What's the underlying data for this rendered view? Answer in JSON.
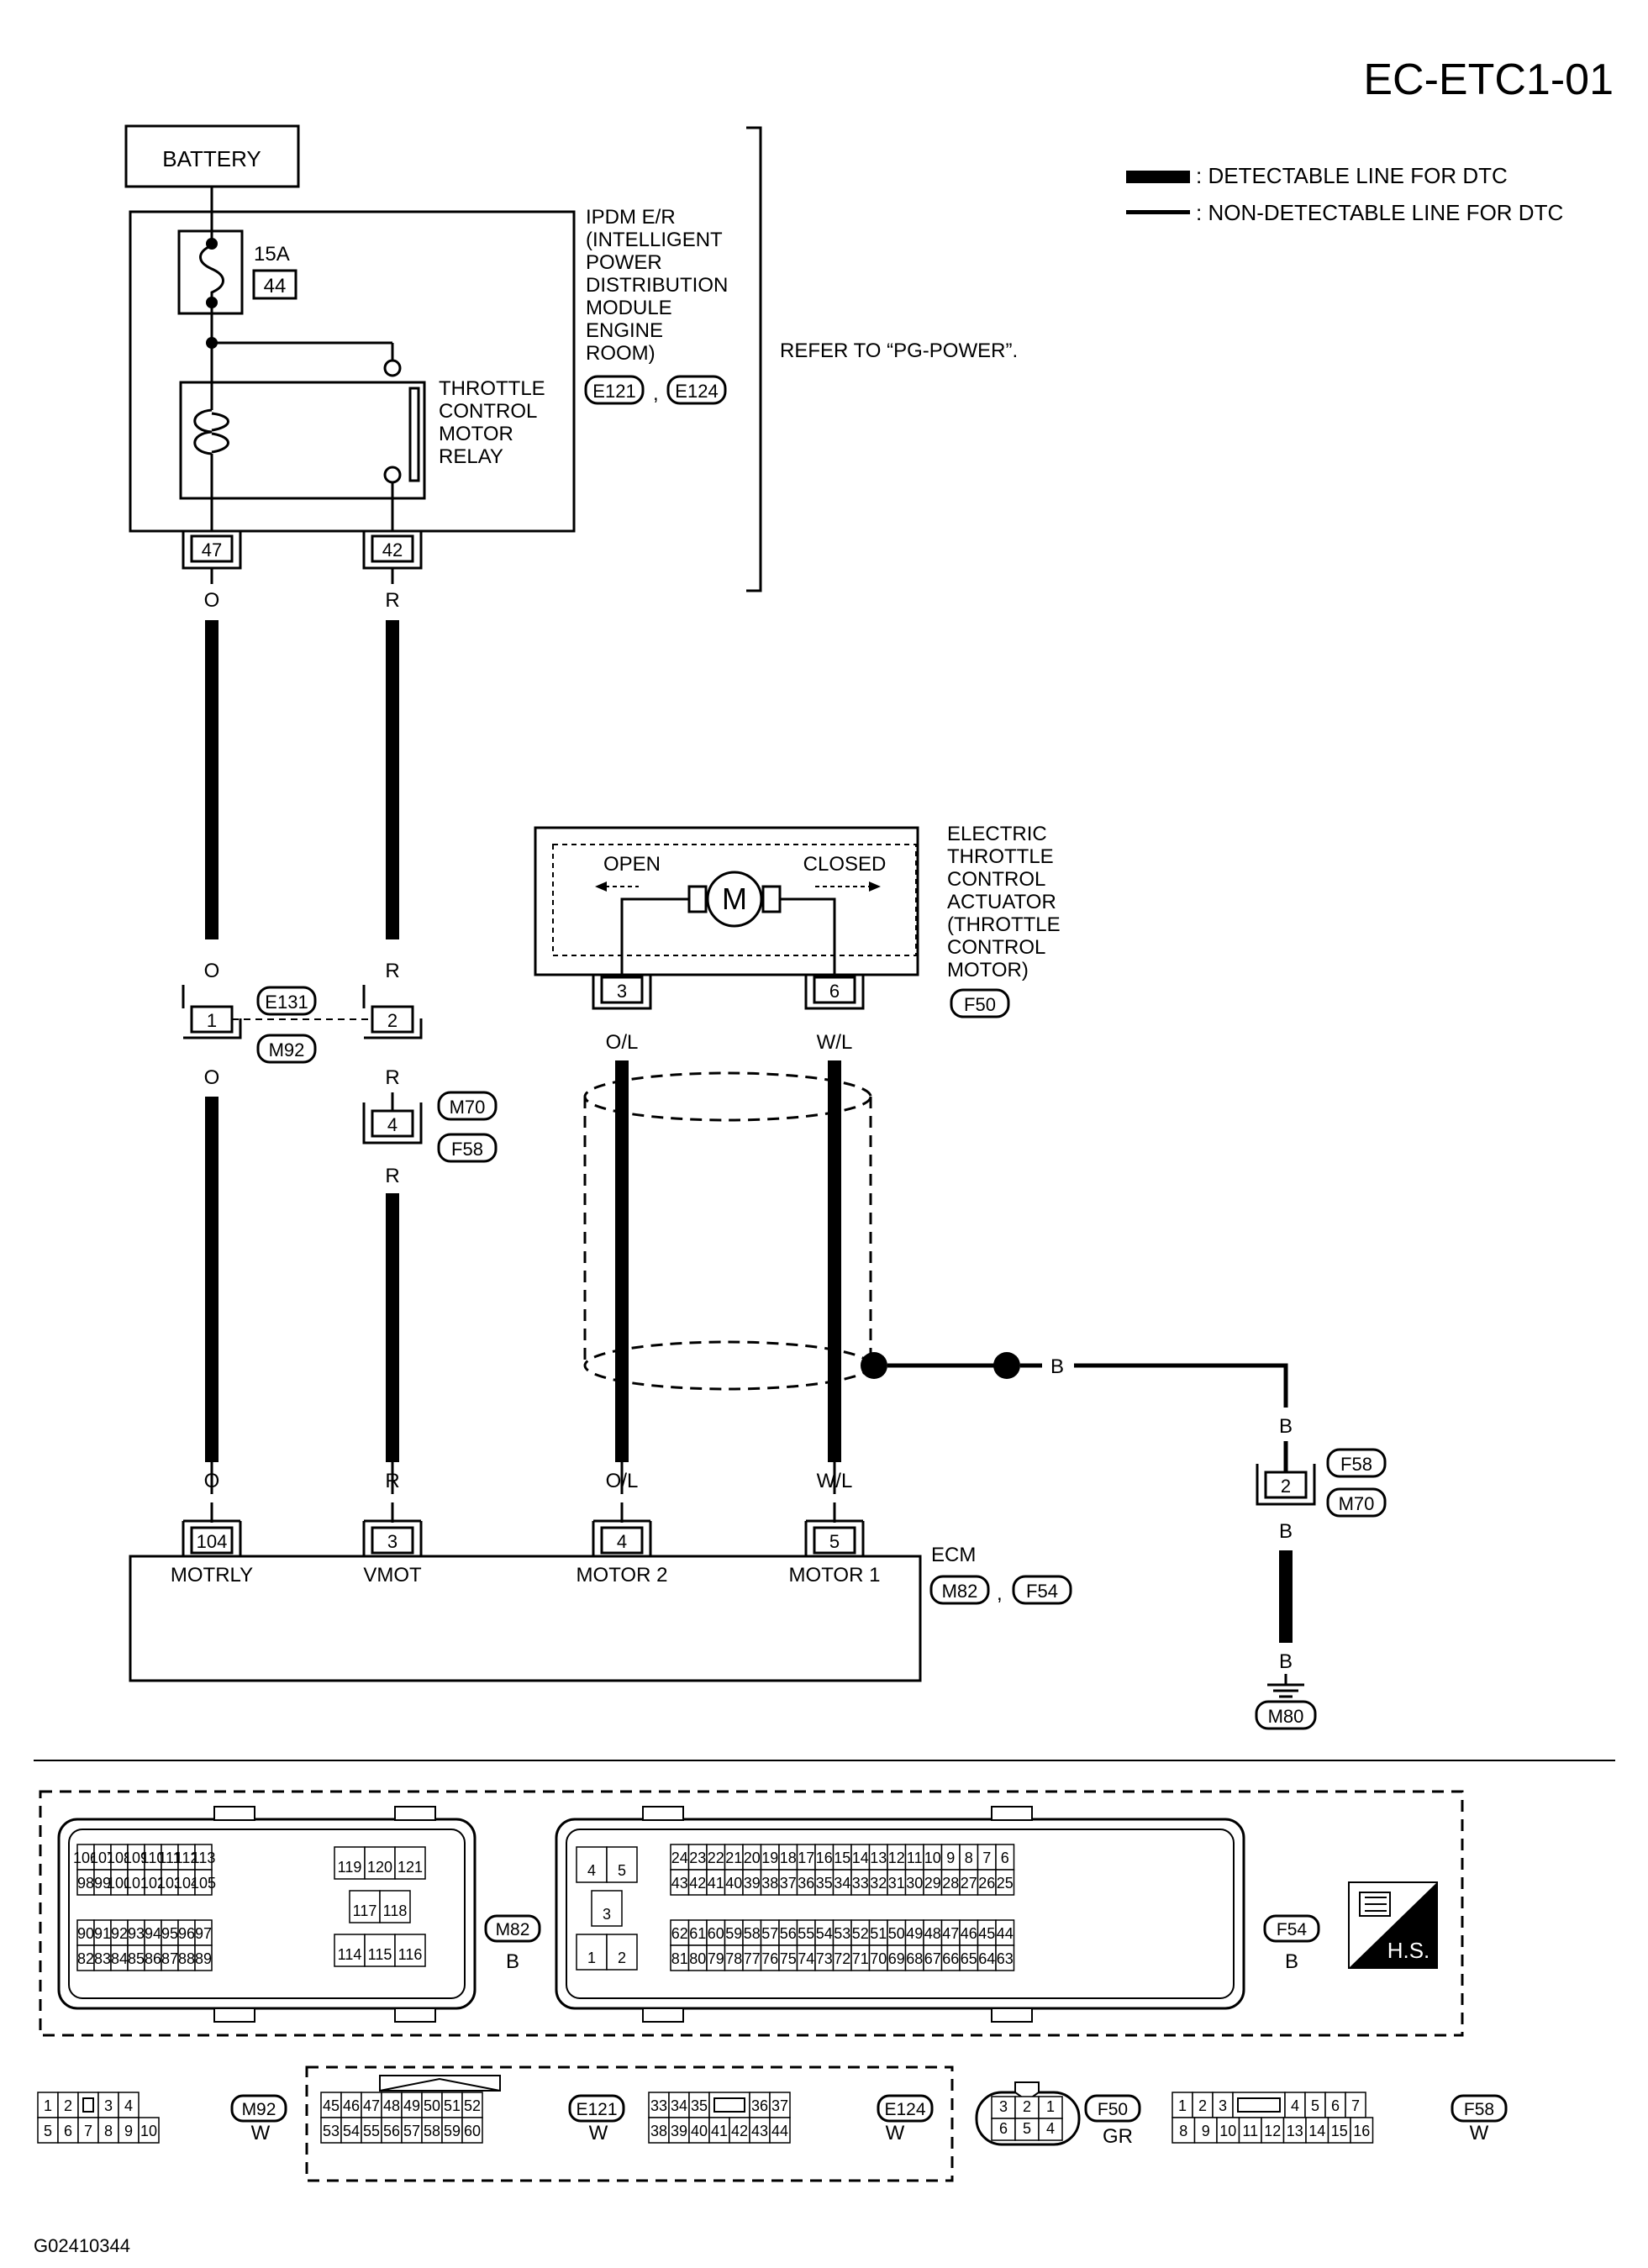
{
  "page_code": "EC-ETC1-01",
  "figure_id": "G02410344",
  "legend": {
    "detectable": ": DETECTABLE LINE FOR DTC",
    "non_detectable": ": NON-DETECTABLE LINE FOR DTC"
  },
  "battery": "BATTERY",
  "fuse": {
    "rating": "15A",
    "number": "44"
  },
  "ipdm_label": [
    "IPDM E/R",
    "(INTELLIGENT",
    "POWER",
    "DISTRIBUTION",
    "MODULE",
    "ENGINE",
    "ROOM)"
  ],
  "ipdm_connectors": [
    "E121",
    "E124"
  ],
  "refer_note": "REFER TO “PG-POWER”.",
  "relay_label": [
    "THROTTLE",
    "CONTROL",
    "MOTOR",
    "RELAY"
  ],
  "ipdm_pins": {
    "left": "47",
    "right": "42"
  },
  "wire_colors": {
    "o": "O",
    "r": "R",
    "ol": "O/L",
    "wl": "W/L",
    "b": "B"
  },
  "joint1": {
    "pin_left": "1",
    "pin_right": "2",
    "conn_top": "E131",
    "conn_bottom": "M92"
  },
  "joint2": {
    "pin": "4",
    "conn_top": "M70",
    "conn_bottom": "F58"
  },
  "actuator": {
    "label": [
      "ELECTRIC",
      "THROTTLE",
      "CONTROL",
      "ACTUATOR",
      "(THROTTLE",
      "CONTROL",
      "MOTOR)"
    ],
    "open": "OPEN",
    "closed": "CLOSED",
    "motor": "M",
    "pin_left": "3",
    "pin_right": "6",
    "connector": "F50"
  },
  "ground_joint": {
    "pin": "2",
    "conn_top": "F58",
    "conn_bottom": "M70",
    "ground": "M80"
  },
  "ecm": {
    "label": "ECM",
    "connectors": [
      "M82",
      "F54"
    ],
    "pins": [
      "104",
      "3",
      "4",
      "5"
    ],
    "terminals": [
      "MOTRLY",
      "VMOT",
      "MOTOR 2",
      "MOTOR 1"
    ]
  },
  "connector_views": {
    "m82": {
      "id": "M82",
      "color": "B",
      "rows": [
        [
          "106",
          "107",
          "108",
          "109",
          "110",
          "111",
          "112",
          "113"
        ],
        [
          "98",
          "99",
          "100",
          "101",
          "102",
          "103",
          "104",
          "105"
        ],
        [
          "90",
          "91",
          "92",
          "93",
          "94",
          "95",
          "96",
          "97"
        ],
        [
          "82",
          "83",
          "84",
          "85",
          "86",
          "87",
          "88",
          "89"
        ]
      ],
      "mid": [
        "119",
        "120",
        "121",
        "117",
        "118",
        "114",
        "115",
        "116"
      ]
    },
    "f54": {
      "id": "F54",
      "color": "B",
      "left": [
        "4",
        "5",
        "3",
        "1",
        "2"
      ],
      "rows": [
        [
          "24",
          "23",
          "22",
          "21",
          "20",
          "19",
          "18",
          "17",
          "16",
          "15",
          "14",
          "13",
          "12",
          "11",
          "10",
          "9",
          "8",
          "7",
          "6"
        ],
        [
          "43",
          "42",
          "41",
          "40",
          "39",
          "38",
          "37",
          "36",
          "35",
          "34",
          "33",
          "32",
          "31",
          "30",
          "29",
          "28",
          "27",
          "26",
          "25"
        ],
        [
          "62",
          "61",
          "60",
          "59",
          "58",
          "57",
          "56",
          "55",
          "54",
          "53",
          "52",
          "51",
          "50",
          "49",
          "48",
          "47",
          "46",
          "45",
          "44"
        ],
        [
          "81",
          "80",
          "79",
          "78",
          "77",
          "76",
          "75",
          "74",
          "73",
          "72",
          "71",
          "70",
          "69",
          "68",
          "67",
          "66",
          "65",
          "64",
          "63"
        ]
      ]
    },
    "hs": "H.S.",
    "m92": {
      "id": "M92",
      "color": "W",
      "top": [
        "1",
        "2",
        "",
        "3",
        "4"
      ],
      "bottom": [
        "5",
        "6",
        "7",
        "8",
        "9",
        "10"
      ]
    },
    "e121": {
      "id": "E121",
      "color": "W",
      "top": [
        "45",
        "46",
        "47",
        "48",
        "49",
        "50",
        "51",
        "52"
      ],
      "bottom": [
        "53",
        "54",
        "55",
        "56",
        "57",
        "58",
        "59",
        "60"
      ]
    },
    "e124": {
      "id": "E124",
      "color": "W",
      "top": [
        "33",
        "34",
        "35",
        "",
        "36",
        "37"
      ],
      "bottom": [
        "38",
        "39",
        "40",
        "41",
        "42",
        "43",
        "44"
      ]
    },
    "f50": {
      "id": "F50",
      "color": "GR",
      "top": [
        "3",
        "2",
        "1"
      ],
      "bottom": [
        "6",
        "5",
        "4"
      ]
    },
    "f58": {
      "id": "F58",
      "color": "W",
      "top": [
        "1",
        "2",
        "3",
        "",
        "4",
        "5",
        "6",
        "7"
      ],
      "bottom": [
        "8",
        "9",
        "10",
        "11",
        "12",
        "13",
        "14",
        "15",
        "16"
      ]
    }
  }
}
